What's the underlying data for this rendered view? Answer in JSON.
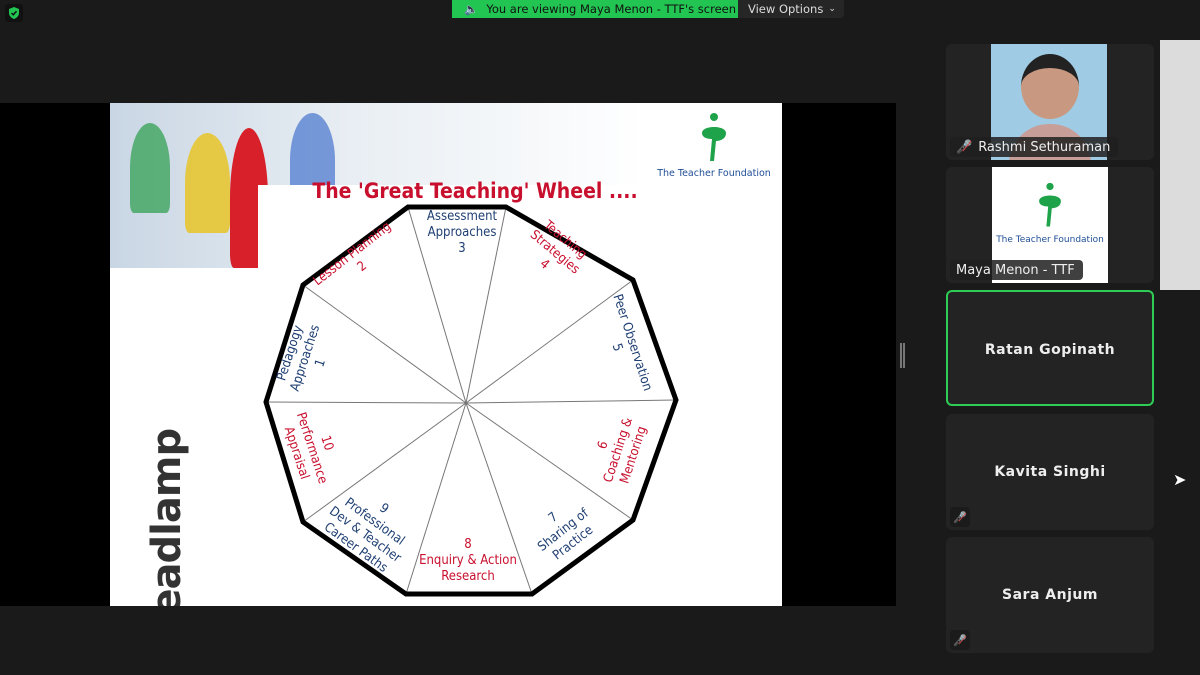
{
  "banner": {
    "text": "You are viewing Maya Menon - TTF's screen",
    "view_options": "View Options"
  },
  "slide": {
    "title": "The 'Great Teaching' Wheel ....",
    "logo_text": "The Teacher Foundation",
    "brand": "headlamp",
    "segments": [
      {
        "lines": [
          "Pedagogy",
          "Approaches",
          "1"
        ],
        "color": "#1f3f73"
      },
      {
        "lines": [
          "Lesson Planning",
          "2"
        ],
        "color": "#c8102e"
      },
      {
        "lines": [
          "Assessment",
          "Approaches",
          "3"
        ],
        "color": "#1f3f73"
      },
      {
        "lines": [
          "Teaching",
          "Strategies",
          "4"
        ],
        "color": "#c8102e"
      },
      {
        "lines": [
          "Peer Observation",
          "5"
        ],
        "color": "#1f3f73"
      },
      {
        "lines": [
          "6",
          "Coaching &",
          "Mentoring"
        ],
        "color": "#c8102e"
      },
      {
        "lines": [
          "7",
          "Sharing of",
          "Practice"
        ],
        "color": "#1f3f73"
      },
      {
        "lines": [
          "8",
          "Enquiry & Action",
          "Research"
        ],
        "color": "#c8102e"
      },
      {
        "lines": [
          "9",
          "Professional",
          "Dev & Teacher",
          "Career Paths"
        ],
        "color": "#1f3f73"
      },
      {
        "lines": [
          "10",
          "Performance",
          "Appraisal"
        ],
        "color": "#c8102e"
      }
    ]
  },
  "participants": [
    {
      "name": "Rashmi Sethuraman",
      "muted": true
    },
    {
      "name": "Maya Menon - TTF",
      "muted": false
    },
    {
      "name": "Ratan Gopinath",
      "muted": false,
      "active": true
    },
    {
      "name": "Kavita Singhi",
      "muted": true
    },
    {
      "name": "Sara Anjum",
      "muted": true
    }
  ],
  "colors": {
    "banner": "#23c552",
    "active_border": "#2ecc55",
    "muted": "#e04040"
  }
}
